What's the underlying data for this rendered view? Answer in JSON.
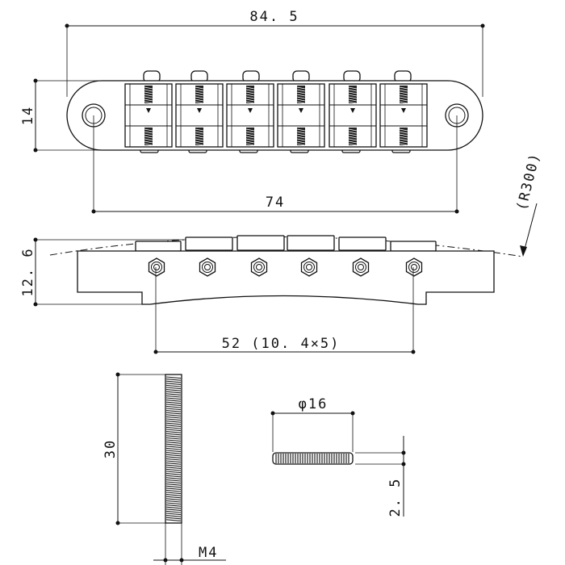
{
  "dimensions": {
    "overall_length": "84. 5",
    "hole_spacing": "74",
    "body_height": "14",
    "radius": "(R300)",
    "side_height": "12. 6",
    "saddle_spacing": "52 (10. 4×5)",
    "screw_length": "30",
    "screw_thread": "M4",
    "wheel_diameter": "φ16",
    "wheel_thickness": "2. 5"
  },
  "parts": {
    "saddle_count": 6
  }
}
